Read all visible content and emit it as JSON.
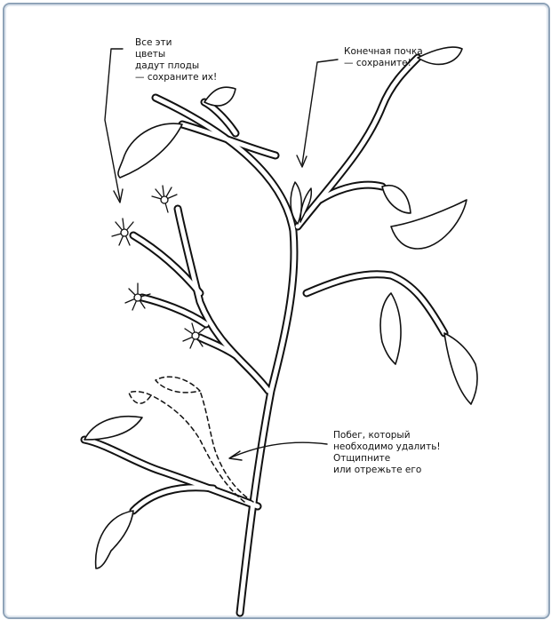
{
  "labels": {
    "flowers": "Все эти\nцветы\nдадут плоды\n— сохраните их!",
    "terminal_bud": "Конечная почка\n— сохраните!",
    "side_shoot": "Побег, который\nнеобходимо удалить!\nОтщипните\nили отрежьте его"
  },
  "colors": {
    "frame": "#8fa3b8",
    "ink": "#111111"
  }
}
